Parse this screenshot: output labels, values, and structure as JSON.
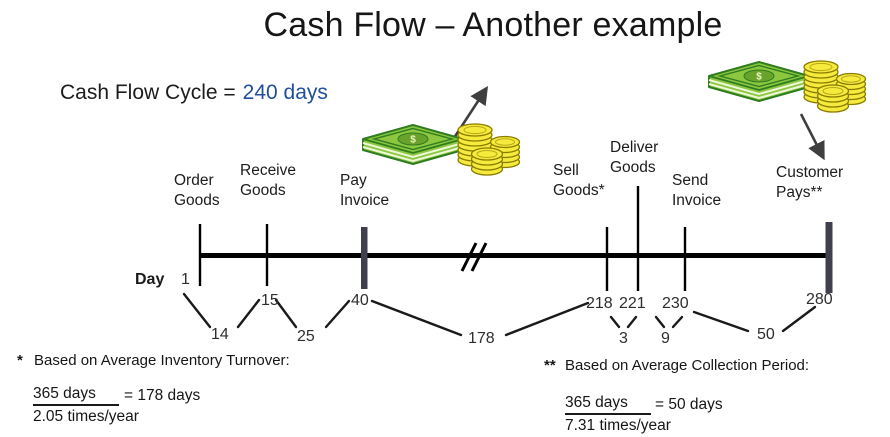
{
  "title": "Cash Flow – Another example",
  "cycle": {
    "label": "Cash Flow Cycle =",
    "value": "240 days"
  },
  "colors": {
    "accent_blue": "#1f4e9e",
    "ink": "#1f1f1f",
    "slate_marker": "#3f3f4e",
    "arrow_gray": "#3f3f3f",
    "bill_green": "#8dc63f",
    "bill_green_dark": "#2e7d1f",
    "bill_green_mid": "#6aa32c",
    "coin_yellow": "#f6eb3c",
    "coin_outline": "#8a7c00"
  },
  "events": [
    {
      "id": "order-goods",
      "label": "Order\nGoods"
    },
    {
      "id": "receive-goods",
      "label": "Receive\nGoods"
    },
    {
      "id": "pay-invoice",
      "label": "Pay\nInvoice"
    },
    {
      "id": "sell-goods",
      "label": "Sell\nGoods*"
    },
    {
      "id": "deliver-goods",
      "label": "Deliver\nGoods"
    },
    {
      "id": "send-invoice",
      "label": "Send\nInvoice"
    },
    {
      "id": "customer-pays",
      "label": "Customer\nPays**"
    }
  ],
  "day_axis": {
    "label": "Day",
    "days": [
      "1",
      "15",
      "40",
      "218",
      "221",
      "230",
      "280"
    ]
  },
  "intervals": [
    "14",
    "25",
    "178",
    "3",
    "9",
    "50"
  ],
  "icons": {
    "money": "cash-stack-with-coins",
    "cash_out_arrow": "arrow-up-right",
    "cash_in_arrow": "arrow-down-right",
    "axis_break": "double-slash"
  },
  "footnotes": {
    "inventory": {
      "marker": "*",
      "heading": "Based on Average Inventory Turnover:",
      "numerator": "365 days",
      "denominator": "2.05 times/year",
      "result": "=  178 days"
    },
    "collection": {
      "marker": "**",
      "heading": "Based on Average Collection Period:",
      "numerator": "365 days",
      "denominator": "7.31 times/year",
      "result": "= 50 days"
    }
  }
}
